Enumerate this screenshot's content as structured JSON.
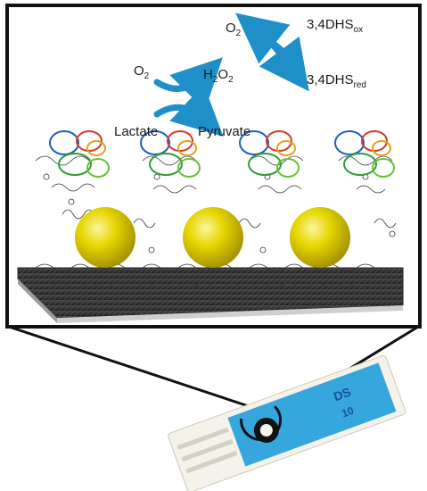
{
  "reactions": {
    "first": {
      "reactant_top": "O",
      "reactant_top_sub": "2",
      "product_top_a": "H",
      "product_top_sub1": "2",
      "product_top_b": "O",
      "product_top_sub2": "2",
      "reactant_bottom": "Lactate",
      "product_bottom": "Pyruvate"
    },
    "second": {
      "reactant_top": "O",
      "reactant_top_sub": "2",
      "product_top": "3,4DHS",
      "product_top_sub": "ox",
      "product_bottom": "3,4DHS",
      "product_bottom_sub": "red"
    }
  },
  "colors": {
    "arrow": "#1e8fc9",
    "frame": "#111111",
    "nanoparticle": "#e6d600",
    "electrode_surface": "#3a3a3a",
    "strip_blue": "#35a7dc",
    "strip_body": "#f4f2ea"
  },
  "strip": {
    "label_top": "DS",
    "label_bottom": "10"
  },
  "icons": [
    "enzyme-cluster-icon",
    "gold-nanoparticle-icon",
    "polymer-chain-icon",
    "curved-arrow-icon",
    "screen-printed-electrode-icon"
  ]
}
